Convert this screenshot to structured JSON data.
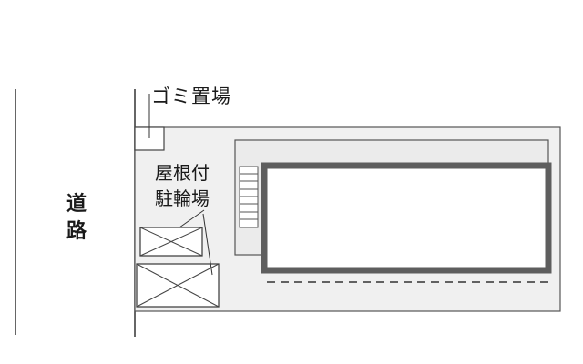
{
  "map": {
    "road": {
      "label_line1": "道",
      "label_line2": "路"
    },
    "garbage_area": {
      "label": "ゴミ置場"
    },
    "bicycle_parking": {
      "label_line1": "屋根付",
      "label_line2": "駐輪場"
    },
    "colors": {
      "line": "#333333",
      "lot_fill": "#f0f0f0",
      "building_border": "#5e5e5e",
      "building_fill": "#ffffff"
    }
  }
}
